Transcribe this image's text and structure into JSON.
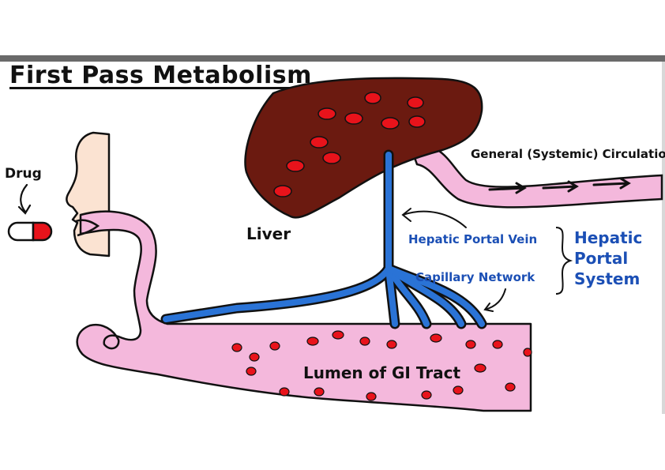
{
  "title": "First Pass Metabolism",
  "labels": {
    "drug": "Drug",
    "liver": "Liver",
    "general_circulation": "General (Systemic) Circulation",
    "hepatic_portal_vein": "Hepatic Portal Vein",
    "capillary_network": "Capillary Network",
    "hepatic_portal_system": [
      "Hepatic",
      "Portal",
      "System"
    ],
    "lumen": "Lumen of GI Tract"
  },
  "colors": {
    "liver": "#6b1a10",
    "cell_red": "#e8131b",
    "gi_pink": "#f4b8dc",
    "vein_blue": "#2a73d6",
    "label_blue": "#1b4fb5",
    "skin": "#fbe3d2"
  }
}
